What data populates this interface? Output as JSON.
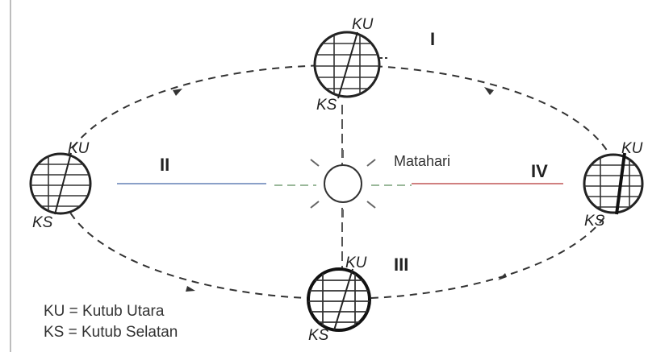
{
  "sun": {
    "label": "Matahari"
  },
  "positions": [
    {
      "numeral": "I",
      "north": "KU",
      "south": "KS"
    },
    {
      "numeral": "II",
      "north": "KU",
      "south": "KS"
    },
    {
      "numeral": "III",
      "north": "KU",
      "south": "KS"
    },
    {
      "numeral": "IV",
      "north": "KU",
      "south": "KS"
    }
  ],
  "legend": {
    "line1": "KU = Kutub Utara",
    "line2": "KS = Kutub Selatan"
  },
  "colors": {
    "line": "#333333",
    "axis_left": "#8aa0c8",
    "axis_right": "#d08080",
    "axis_mid": "#9ab89a",
    "background": "#ffffff"
  }
}
